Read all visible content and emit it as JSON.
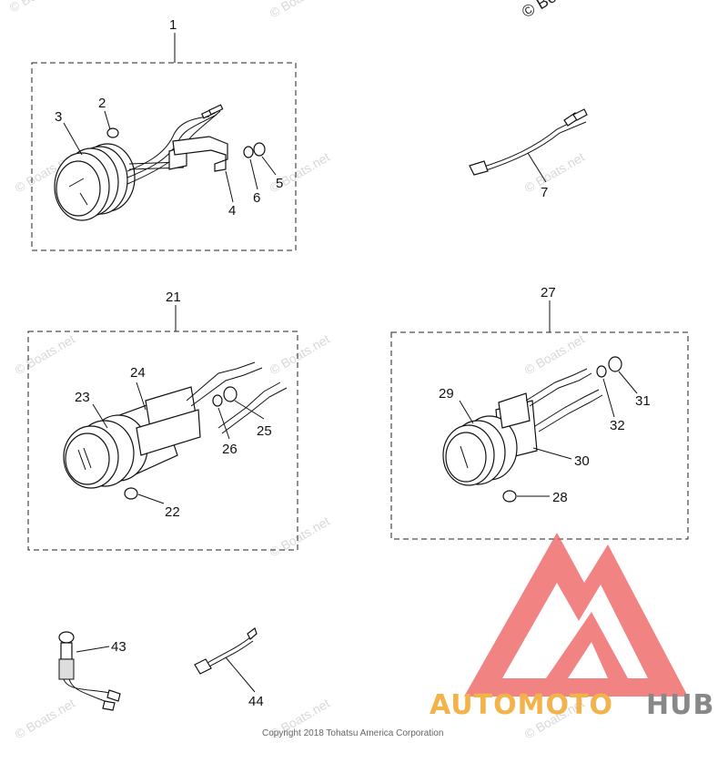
{
  "watermarks": {
    "w1": "© Boats.net",
    "w2": "© Boats.net",
    "w3": "© Boats.net",
    "w4": "© Boats.net",
    "w5": "© Boats.net",
    "w6": "© Boats.net",
    "w7": "© Boats.net",
    "w8": "© Boats.net",
    "w9": "© Boats.net",
    "w10": "© Boats.net",
    "w11": "© Boats.net",
    "w12": "© Boats.net",
    "top_right": "© Bo"
  },
  "callouts": {
    "c1": "1",
    "c2": "2",
    "c3": "3",
    "c4": "4",
    "c5": "5",
    "c6": "6",
    "c7": "7",
    "c21": "21",
    "c22": "22",
    "c23": "23",
    "c24": "24",
    "c25": "25",
    "c26": "26",
    "c27": "27",
    "c28": "28",
    "c29": "29",
    "c30": "30",
    "c31": "31",
    "c32": "32",
    "c43": "43",
    "c44": "44"
  },
  "copyright": "Copyright 2018 Tohatsu America Corporation",
  "brand": {
    "part1": "AUTOMOTO",
    "part2": "HUB"
  },
  "colors": {
    "brand_red": "#ee5a5a",
    "brand_orange": "#f3b24a",
    "brand_gray": "#888888"
  }
}
